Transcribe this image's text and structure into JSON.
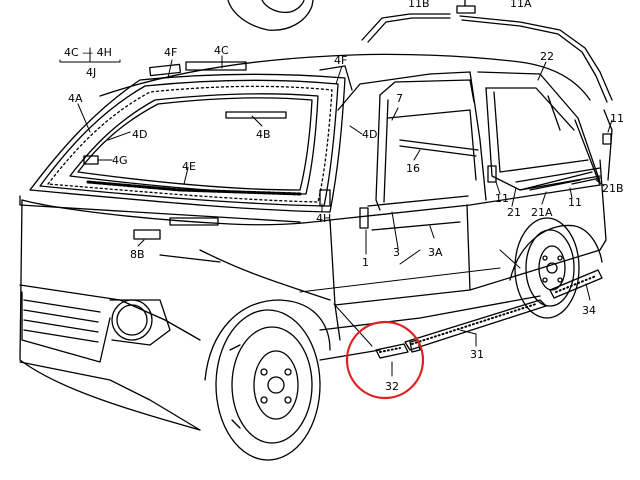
{
  "labels": {
    "l11B": "11B",
    "l11A": "11A",
    "l4C4H": "4C — 4H",
    "l4J": "4J",
    "l4F": "4F",
    "l4C": "4C",
    "l4F2": "4F",
    "l22": "22",
    "l4A": "4A",
    "l4D": "4D",
    "l4B": "4B",
    "l7": "7",
    "l11": "11",
    "l4D2": "4D",
    "l4G": "4G",
    "l16": "16",
    "l4E": "4E",
    "l21B": "21B",
    "l11b": "11",
    "l21": "21",
    "l21A": "21A",
    "l11c": "11",
    "l4H": "4H",
    "l1": "1",
    "l3": "3",
    "l3A": "3A",
    "l8B": "8B",
    "l34": "34",
    "l31": "31",
    "l32": "32"
  },
  "highlight": {
    "color": "#e02020",
    "part": "32"
  }
}
